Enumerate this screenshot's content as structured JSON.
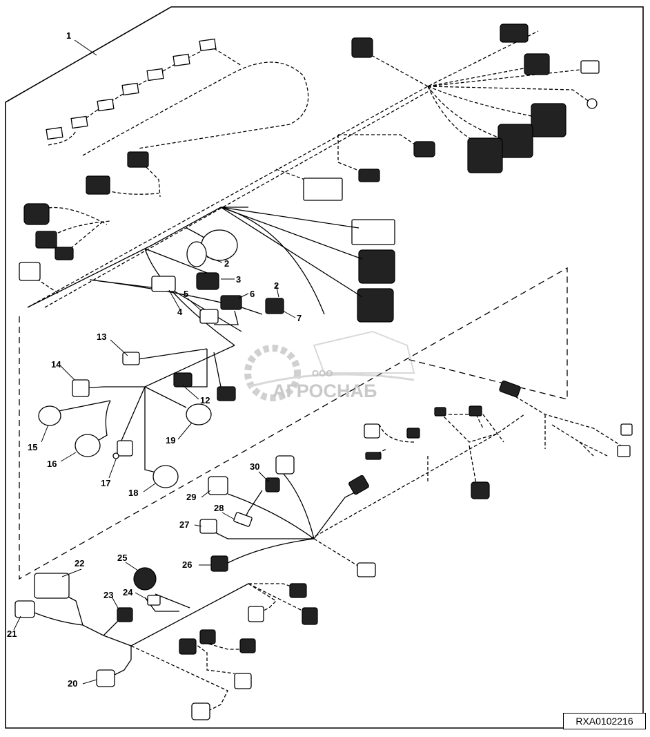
{
  "diagram": {
    "part_callouts": [
      "1",
      "2",
      "3",
      "4",
      "5",
      "6",
      "7",
      "2",
      "12",
      "13",
      "14",
      "15",
      "16",
      "17",
      "18",
      "19",
      "30",
      "29",
      "28",
      "27",
      "26",
      "22",
      "25",
      "23",
      "24",
      "21",
      "20"
    ],
    "reference_code": "RXA0102216",
    "watermark": {
      "prefix": "ООО",
      "name": "АГРОСНАБ"
    }
  }
}
